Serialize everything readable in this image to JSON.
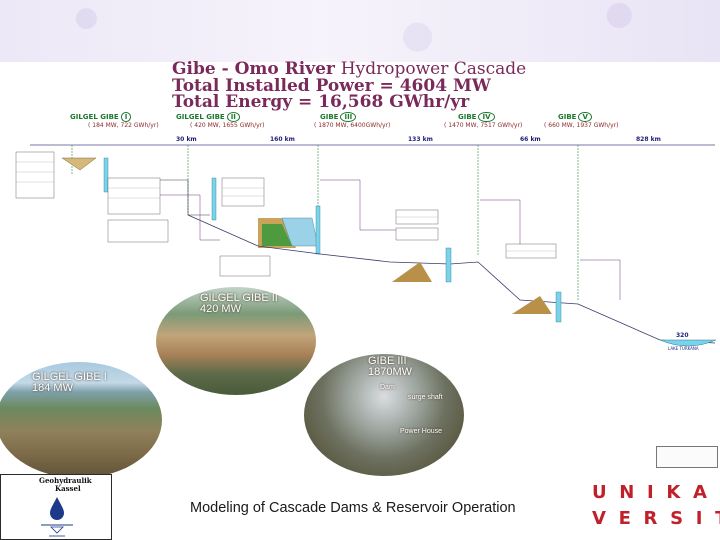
{
  "title": {
    "line1_a": "Gibe - Omo River",
    "line1_b": "Hydropower Cascade",
    "line2": "Total Installed Power = 4604 MW",
    "line3": "Total Energy = 16,568 GWhr/yr"
  },
  "stations": [
    {
      "name": "GILGEL GIBE",
      "roman": "I",
      "sub": "( 184 MW, 722 GWh/yr)"
    },
    {
      "name": "GILGEL GIBE",
      "roman": "II",
      "sub": "( 420 MW, 1655 GWh/yr)"
    },
    {
      "name": "GIBE",
      "roman": "III",
      "sub": "( 1870 MW, 6400GWh/yr)"
    },
    {
      "name": "GIBE",
      "roman": "IV",
      "sub": "( 1470 MW, 7517 GWh/yr)"
    },
    {
      "name": "GIBE",
      "roman": "V",
      "sub": "( 660 MW, 1937 GWh/yr)"
    }
  ],
  "distances": [
    "30 km",
    "160 km",
    "133 km",
    "66 km",
    "828 km"
  ],
  "lake": {
    "level": "320",
    "name": "LAKE TURKANA"
  },
  "photos": {
    "g1": {
      "line1": "GILGEL GIBE I",
      "line2": "184 MW"
    },
    "g2": {
      "line1": "GILGEL GIBE II",
      "line2": "420 MW"
    },
    "g3": {
      "line1": "GIBE III",
      "line2": "1870MW",
      "dam": "Dam",
      "surge": "surge shaft",
      "power": "Power House"
    }
  },
  "logo": {
    "line1": "Geohydraulik",
    "line2": "Kassel"
  },
  "footer": "Modeling of Cascade Dams & Reservoir Operation",
  "university": {
    "line1": "U N I K A S S E L",
    "line2": "V E R S I T Ä T"
  },
  "colors": {
    "title": "#7a2a5a",
    "station": "#1b7a2f",
    "distance": "#1d1d7a",
    "uni_red": "#c0202a"
  }
}
